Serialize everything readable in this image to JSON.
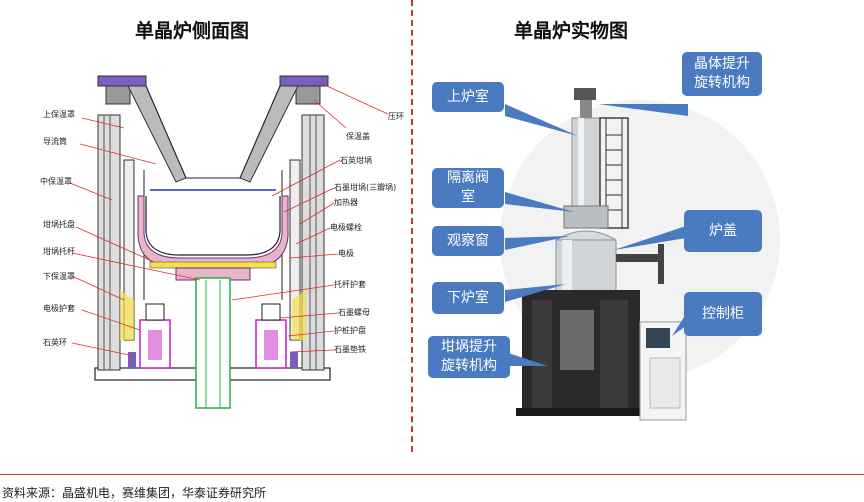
{
  "left_title": "单晶炉侧面图",
  "right_title": "单晶炉实物图",
  "source": "资料来源：晶盛机电，赛维集团，华泰证券研究所",
  "diagram_labels": {
    "l1": "上保温罩",
    "l2": "导流筒",
    "l3": "中保温罩",
    "l4": "坩埚托盘",
    "l5": "坩埚托杆",
    "l6": "下保温罩",
    "l7": "电极护套",
    "l8": "石英环",
    "r1": "压环",
    "r2": "保温盖",
    "r3": "石英坩埚",
    "r4": "石墨坩埚(三瓣埚)",
    "r5": "加热器",
    "r6": "电极螺栓",
    "r7": "电极",
    "r8": "托杆护套",
    "r9": "石墨螺母",
    "r10": "护桩护盘",
    "r11": "石墨垫铁"
  },
  "photo_callouts": {
    "c1": "上炉室",
    "c2": "晶体提升\n旋转机构",
    "c3": "隔离阀\n室",
    "c4": "炉盖",
    "c5": "观察窗",
    "c6": "下炉室",
    "c7": "控制柜",
    "c8": "坩埚提升\n旋转机构"
  },
  "colors": {
    "callout": "#4a7ac0",
    "divider": "#c0392b",
    "crucible_pink": "#e8b4c8",
    "leader_red": "#d9302c"
  }
}
